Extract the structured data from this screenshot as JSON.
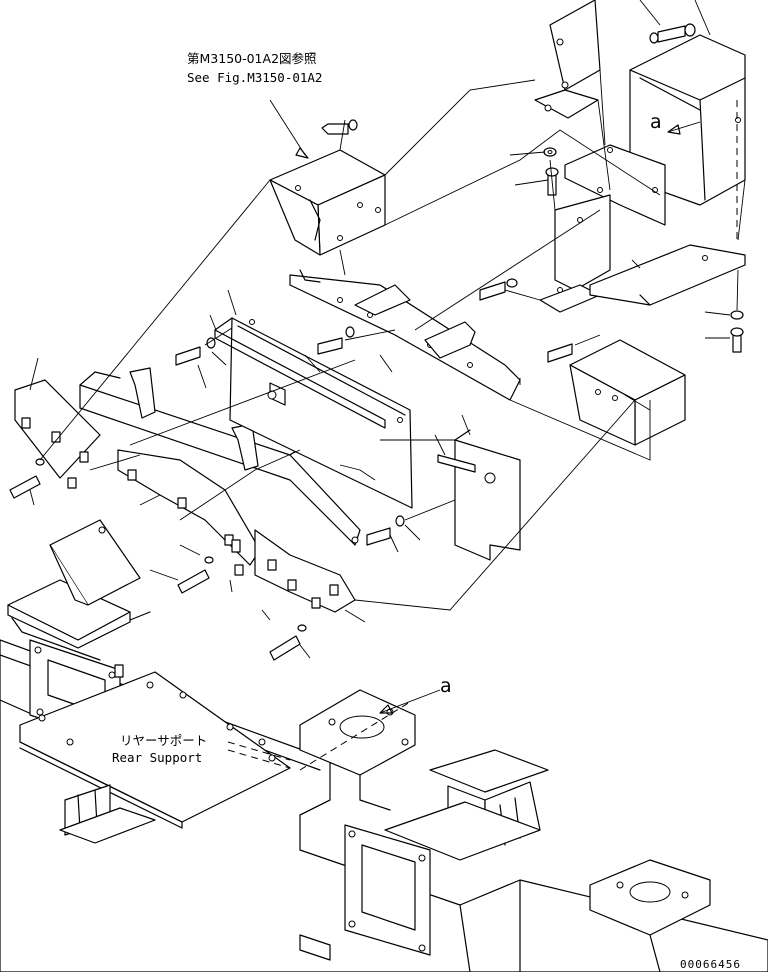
{
  "figure_ref": {
    "jp": "第M3150-01A2図参照",
    "en": "See Fig.M3150-01A2"
  },
  "rear_support": {
    "jp": "リヤーサポート",
    "en": "Rear Support"
  },
  "callouts": {
    "a_upper": "a",
    "a_lower": "a"
  },
  "drawing_code": "00066456"
}
